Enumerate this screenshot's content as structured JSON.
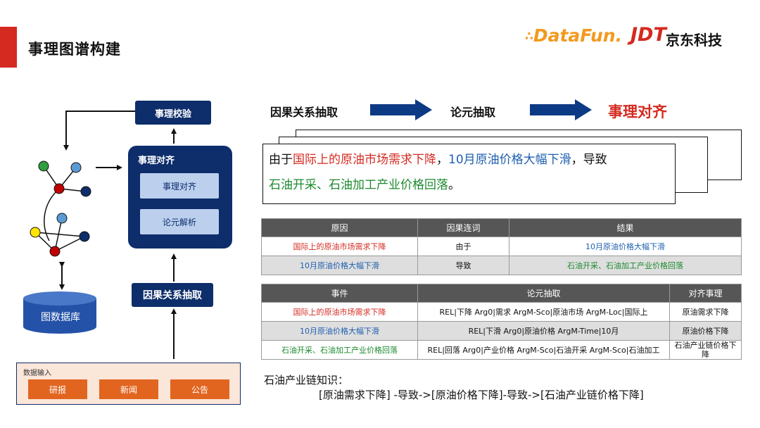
{
  "header": {
    "title": "事理图谱构建",
    "logo_datafun": "DataFun.",
    "logo_jdt": "JDT",
    "logo_jdt_cn": "京东科技"
  },
  "left": {
    "verify_btn": "事理校验",
    "panel_title": "事理对齐",
    "panel_item1": "事理对齐",
    "panel_item2": "论元解析",
    "extract_btn": "因果关系抽取",
    "db_label": "图数据库",
    "input_label": "数据输入",
    "inputs": [
      "研报",
      "新闻",
      "公告"
    ]
  },
  "flow": {
    "step1": "因果关系抽取",
    "step2": "论元抽取",
    "step3": "事理对齐"
  },
  "sentence": {
    "p1": "由于",
    "p2": "国际上的原油市场需求下降",
    "p3": "，",
    "p4": "10月原油价格大幅下滑",
    "p5": "，导致",
    "p6": "石油开采、石油加工产业价格回落",
    "p7": "。"
  },
  "table1": {
    "headers": [
      "原因",
      "因果连词",
      "结果"
    ],
    "rows": [
      [
        "国际上的原油市场需求下降",
        "由于",
        "10月原油价格大幅下滑"
      ],
      [
        "10月原油价格大幅下滑",
        "导致",
        "石油开采、石油加工产业价格回落"
      ]
    ]
  },
  "table2": {
    "headers": [
      "事件",
      "论元抽取",
      "对齐事理"
    ],
    "rows": [
      [
        "国际上的原油市场需求下降",
        "REL|下降 Arg0|需求 ArgM-Sco|原油市场 ArgM-Loc|国际上",
        "原油需求下降"
      ],
      [
        "10月原油价格大幅下滑",
        "REL|下滑 Arg0|原油价格 ArgM-Time|10月",
        "原油价格下降"
      ],
      [
        "石油开采、石油加工产业价格回落",
        "REL|回落 Arg0|产业价格 ArgM-Sco|石油开采 ArgM-Sco|石油加工",
        "石油产业链价格下降"
      ]
    ]
  },
  "knowledge": {
    "label": "石油产业链知识：",
    "text": "[原油需求下降] -导致->[原油价格下降]-导致->[石油产业链价格下降]"
  },
  "colors": {
    "navy": "#0d2d6b",
    "red": "#d42a20",
    "blue": "#1f5fb0",
    "green": "#1c8a2e",
    "orange": "#e2651f",
    "light_blue": "#bcd0ee"
  }
}
